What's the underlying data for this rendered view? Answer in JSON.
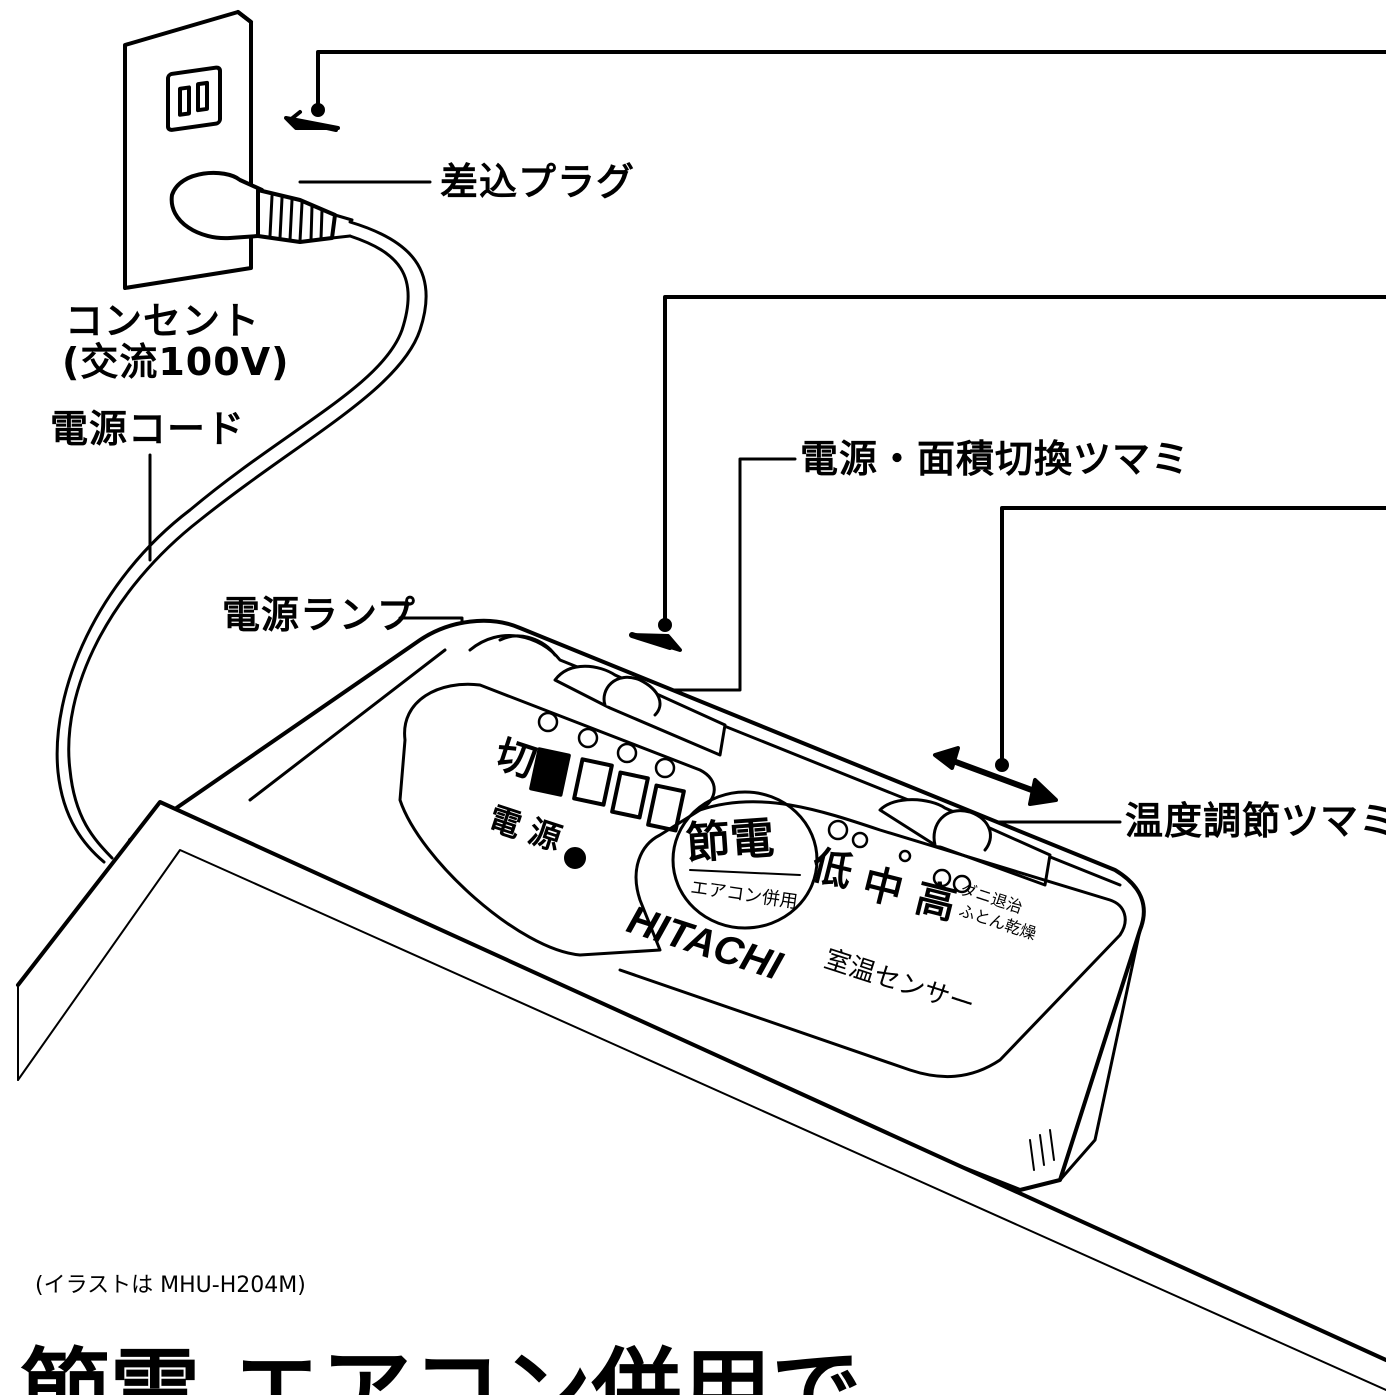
{
  "labels": {
    "plug": "差込プラグ",
    "outlet_line1": "コンセント",
    "outlet_line2": "(交流100V)",
    "power_cord": "電源コード",
    "area_switch_knob": "電源・面積切換ツマミ",
    "power_lamp": "電源ランプ",
    "temp_knob": "温度調節ツマミ",
    "footnote": "(イラストは MHU-H204M)",
    "heading_partial": "節電 エアコン併用で"
  },
  "panel": {
    "off": "切",
    "power_label": "電源",
    "setsuden": "節電",
    "aircon": "エアコン併用",
    "low": "低",
    "mid": "中",
    "high": "高",
    "mite": "ダニ退治",
    "futon": "ふとん乾燥",
    "brand": "HITACHI",
    "sensor": "室温センサー"
  },
  "colors": {
    "ink": "#000000",
    "paper": "#ffffff"
  }
}
